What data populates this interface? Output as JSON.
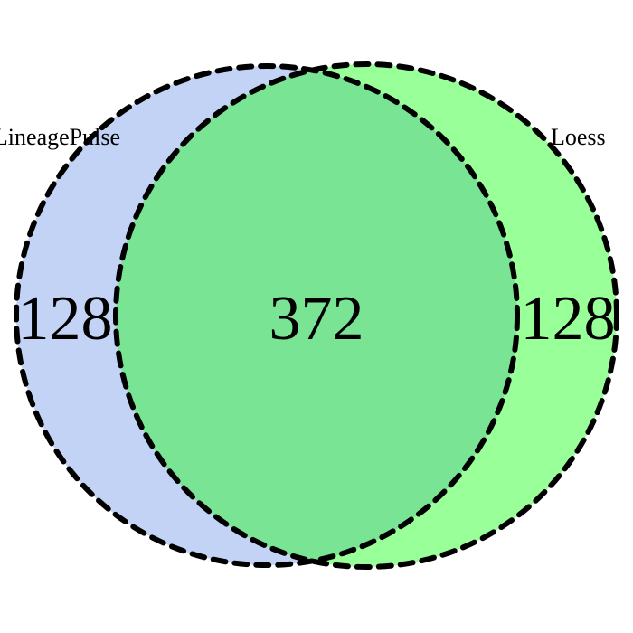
{
  "diagram": {
    "type": "venn-2",
    "sets": [
      {
        "label": "LineagePulse",
        "only_count": "128",
        "color": "#c3d3f5"
      },
      {
        "label": "Loess",
        "only_count": "128",
        "color": "#99ff99"
      }
    ],
    "intersection": {
      "count": "372",
      "color": "#78e494"
    },
    "outline_color": "#000000",
    "outline_style": "dashed"
  }
}
